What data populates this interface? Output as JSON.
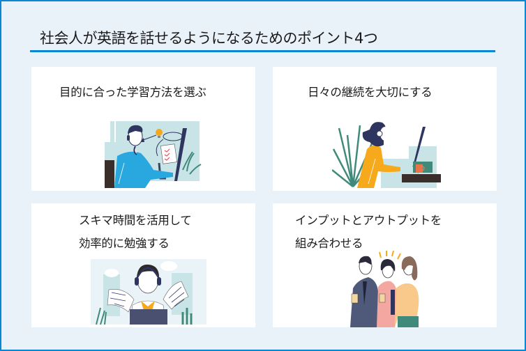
{
  "header": {
    "title": "社会人が英語を話せるようになるためのポイント4つ"
  },
  "colors": {
    "border": "#0a86d4",
    "background": "#e9f1f9",
    "card": "#ffffff",
    "text": "#1a1a1a"
  },
  "cards": [
    {
      "lines": [
        "目的に合った学習方法を選ぶ"
      ],
      "illustration": "man-with-headset-thinking-at-computer-icon"
    },
    {
      "lines": [
        "日々の継続を大切にする"
      ],
      "illustration": "woman-with-headset-typing-at-computer-icon"
    },
    {
      "lines": [
        "スキマ時間を活用して",
        "効率的に勉強する"
      ],
      "illustration": "man-with-headphones-laptop-notes-icon"
    },
    {
      "lines": [
        "インプットとアウトプットを",
        "組み合わせる"
      ],
      "illustration": "three-people-talking-with-coffee-icon"
    }
  ]
}
